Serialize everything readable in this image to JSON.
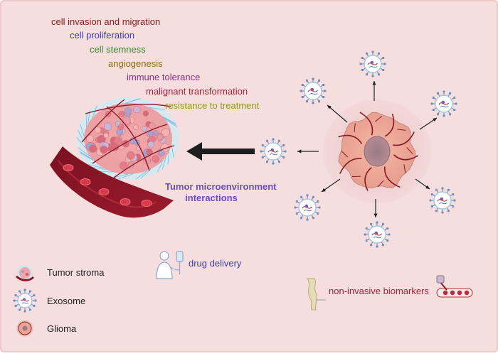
{
  "colors": {
    "background": "#f6dede",
    "frame": "#f0caca",
    "vessel": "#8a1826",
    "exosome_spike": "#6a8fbf",
    "arrow": "#222222"
  },
  "effects": [
    {
      "label": "cell invasion and migration",
      "color": "#8b1a1a"
    },
    {
      "label": "cell proliferation",
      "color": "#3b3bbf"
    },
    {
      "label": "cell stemness",
      "color": "#2e8b2e"
    },
    {
      "label": "angiogenesis",
      "color": "#8a6d0a"
    },
    {
      "label": "immune tolerance",
      "color": "#8a2b8a"
    },
    {
      "label": "malignant transformation",
      "color": "#a8203a"
    },
    {
      "label": "resistance to treatment",
      "color": "#8c9a1a"
    }
  ],
  "interaction_label": [
    "Tumor microenvironment",
    "interactions"
  ],
  "drug_delivery": "drug delivery",
  "biomarkers": "non-invasive biomarkers",
  "legend": [
    {
      "label": "Tumor stroma",
      "icon": "tumor-stroma-icon"
    },
    {
      "label": "Exosome",
      "icon": "exosome-icon"
    },
    {
      "label": "Glioma",
      "icon": "glioma-icon"
    }
  ]
}
